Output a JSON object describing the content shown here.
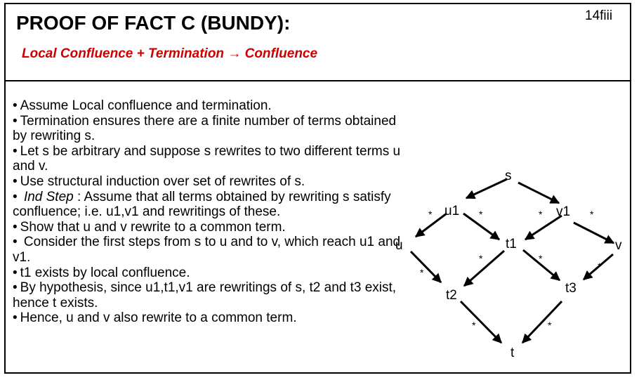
{
  "slide": {
    "title": "PROOF OF FACT C (BUNDY):",
    "number": "14fiii",
    "subtitle_parts": {
      "a": "Local Confluence + Termination",
      "arrow": "→",
      "b": "Confluence"
    },
    "subtitle_color": "#cc0000"
  },
  "bullet_glyph": "•",
  "bullets": [
    {
      "text": "Assume Local confluence and termination."
    },
    {
      "text": "Termination ensures  there are a finite number of terms obtained by rewriting s."
    },
    {
      "text": "Let s be arbitrary and suppose s rewrites to two different terms u and v."
    },
    {
      "text": "Use structural induction over set of rewrites of s."
    },
    {
      "lead": "Ind Step",
      "text": " : Assume that all terms obtained by rewriting s satisfy confluence;  i.e. u1,v1 and rewritings of these."
    },
    {
      "text": "Show that u and v rewrite to a common term."
    },
    {
      "text": " Consider the first steps from s to u and to v, which reach u1 and v1."
    },
    {
      "text": "t1 exists by local confluence."
    },
    {
      "text": "By hypothesis, since u1,t1,v1 are rewritings of s, t2 and t3 exist, hence t exists."
    },
    {
      "text": "Hence, u and v also rewrite to a common term."
    }
  ],
  "diagram": {
    "nodes": {
      "s": "s",
      "u1": "u1",
      "v1": "v1",
      "u": "u",
      "t1": "t1",
      "v": "v",
      "t2": "t2",
      "t3": "t3",
      "t": "t"
    },
    "star": "*"
  }
}
